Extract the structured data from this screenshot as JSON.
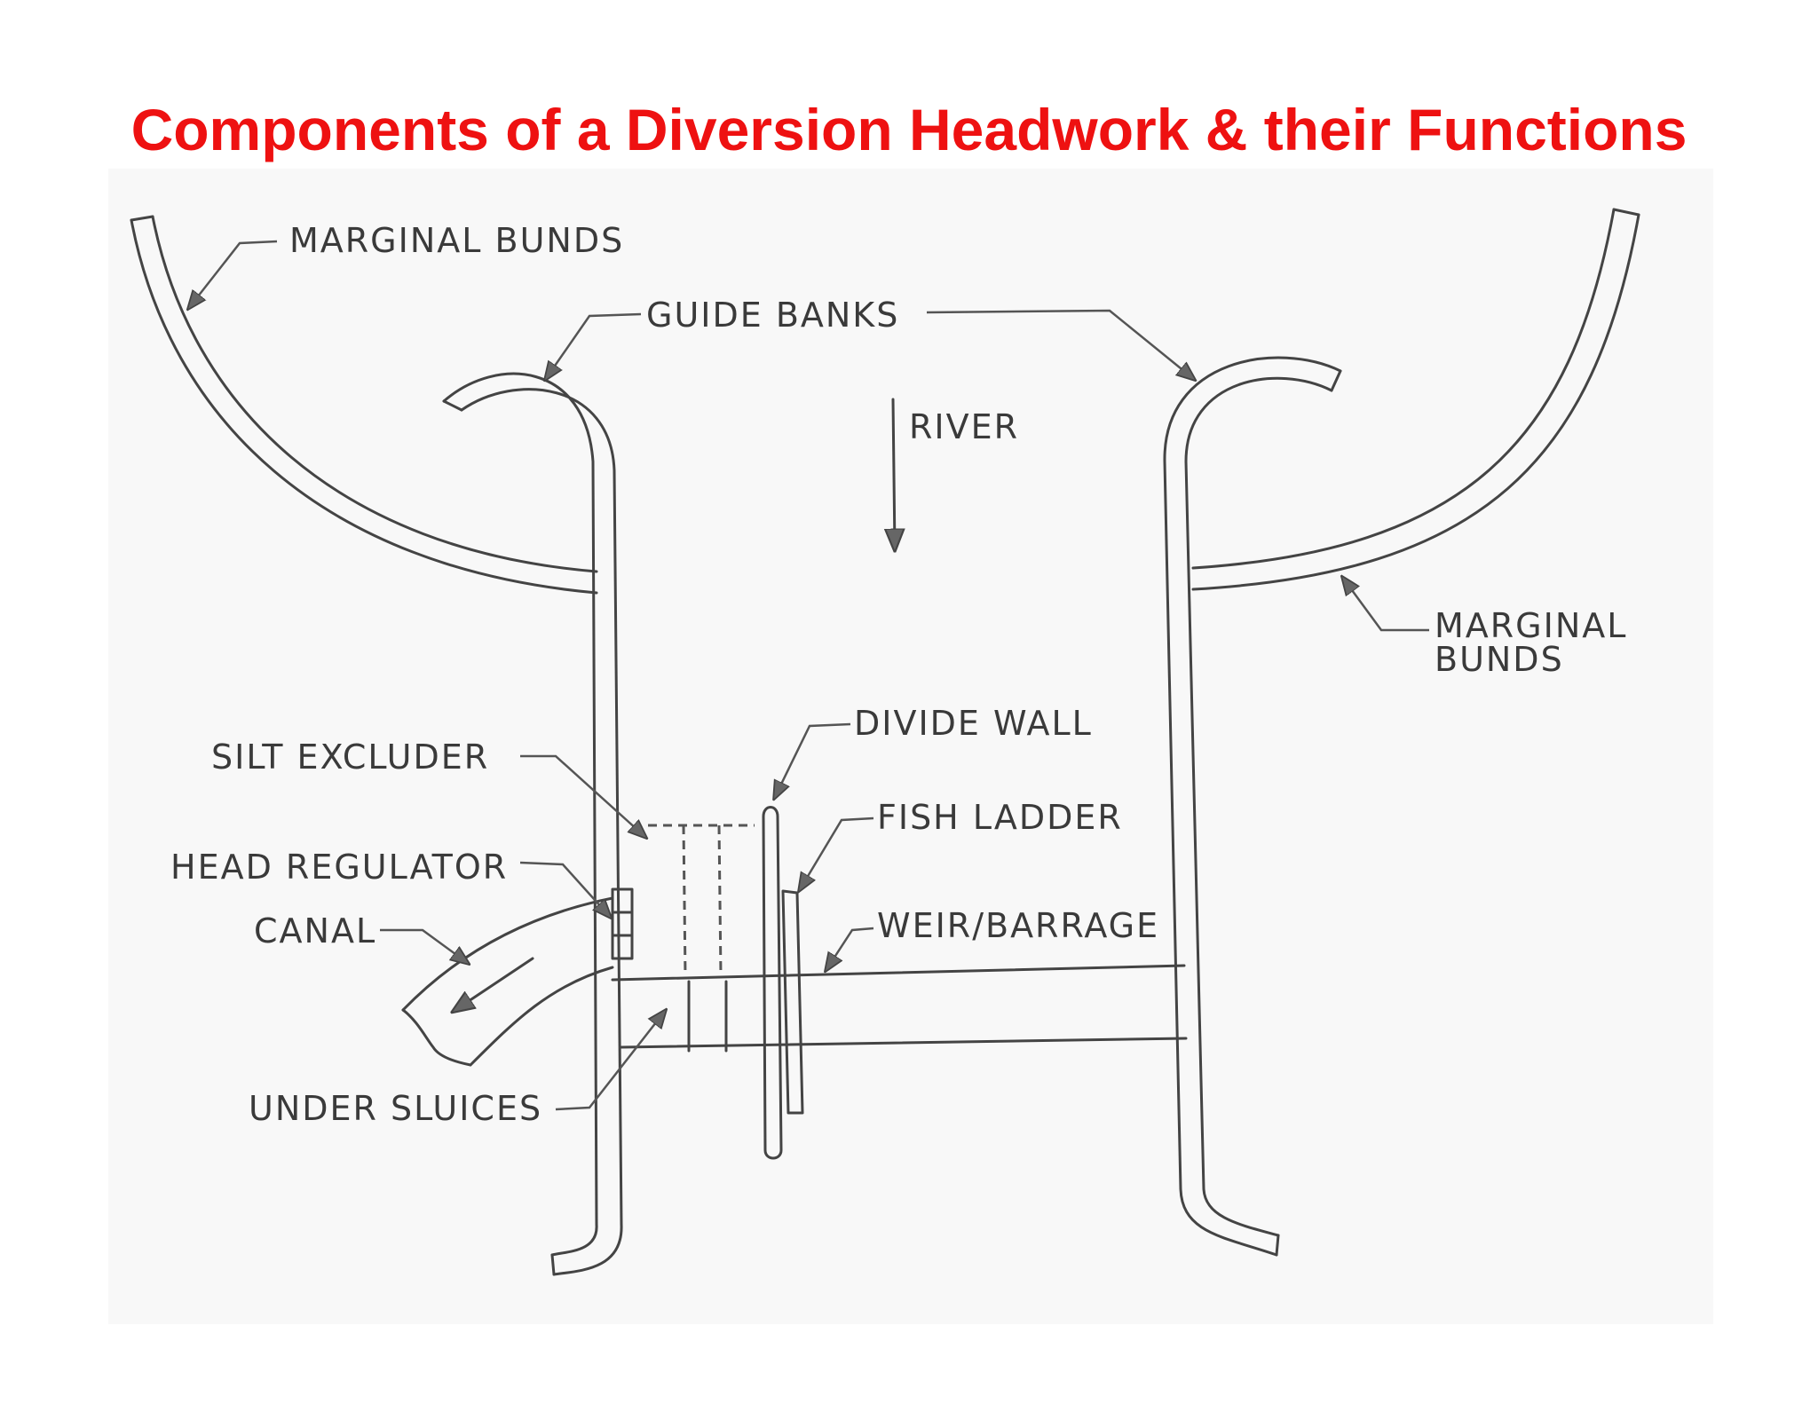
{
  "title": "Components of a Diversion Headwork & their Functions",
  "labels": {
    "marginal_bunds_left": "MARGINAL BUNDS",
    "guide_banks": "GUIDE BANKS",
    "river": "RIVER",
    "marginal_bunds_right_1": "MARGINAL",
    "marginal_bunds_right_2": "BUNDS",
    "divide_wall": "DIVIDE WALL",
    "silt_excluder": "SILT EXCLUDER",
    "fish_ladder": "FISH LADDER",
    "head_regulator": "HEAD REGULATOR",
    "weir_barrage": "WEIR/BARRAGE",
    "canal": "CANAL",
    "under_sluices": "UNDER SLUICES"
  }
}
